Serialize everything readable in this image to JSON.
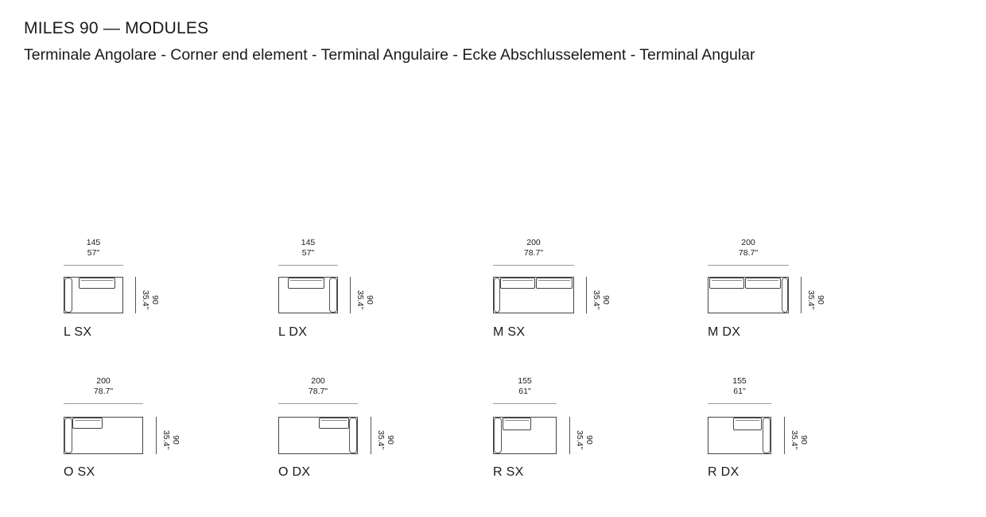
{
  "header": {
    "title": "MILES 90 — MODULES",
    "subtitle": "Terminale Angolare - Corner end element - Terminal Angulaire - Ecke Abschlusselement - Terminal Angular"
  },
  "modules": [
    {
      "name": "L SX",
      "width_cm": "145",
      "width_in": "57\"",
      "depth_cm": "90",
      "depth_in": "35.4\""
    },
    {
      "name": "L DX",
      "width_cm": "145",
      "width_in": "57\"",
      "depth_cm": "90",
      "depth_in": "35.4\""
    },
    {
      "name": "M SX",
      "width_cm": "200",
      "width_in": "78.7\"",
      "depth_cm": "90",
      "depth_in": "35.4\""
    },
    {
      "name": "M DX",
      "width_cm": "200",
      "width_in": "78.7\"",
      "depth_cm": "90",
      "depth_in": "35.4\""
    },
    {
      "name": "O SX",
      "width_cm": "200",
      "width_in": "78.7\"",
      "depth_cm": "90",
      "depth_in": "35.4\""
    },
    {
      "name": "O DX",
      "width_cm": "200",
      "width_in": "78.7\"",
      "depth_cm": "90",
      "depth_in": "35.4\""
    },
    {
      "name": "R SX",
      "width_cm": "155",
      "width_in": "61\"",
      "depth_cm": "90",
      "depth_in": "35.4\""
    },
    {
      "name": "R DX",
      "width_cm": "155",
      "width_in": "61\"",
      "depth_cm": "90",
      "depth_in": "35.4\""
    }
  ]
}
